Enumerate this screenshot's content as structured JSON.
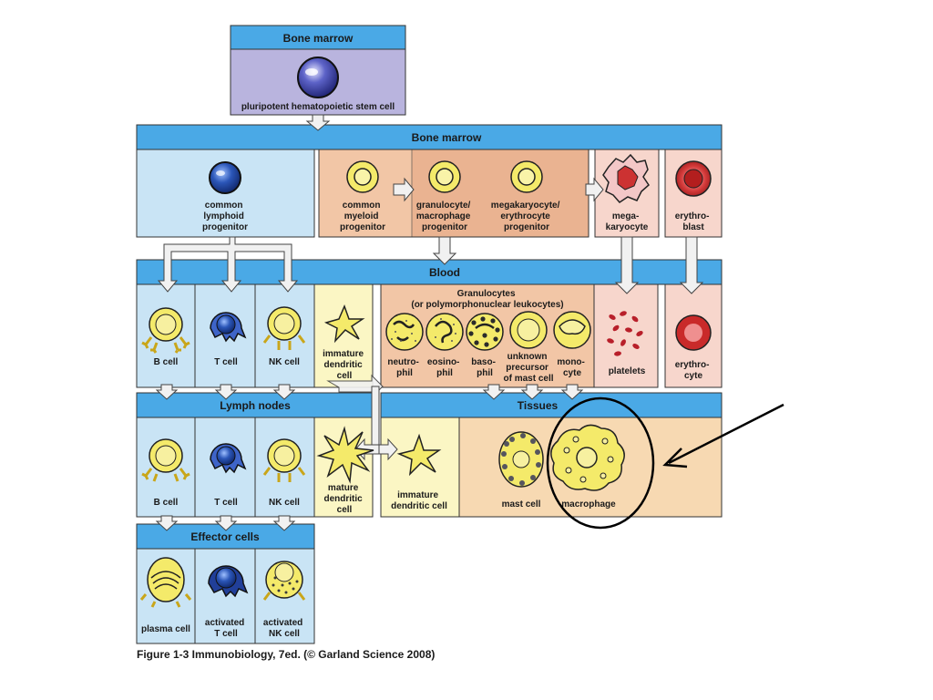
{
  "colors": {
    "bar_blue": "#4aa9e6",
    "panel_blue": "#c9e4f5",
    "panel_lavender": "#b9b4de",
    "panel_peach": "#f2c6a6",
    "panel_peach_dark": "#e5a580",
    "panel_pink": "#f7d6cc",
    "panel_yellow": "#fbf6c4",
    "panel_tissue": "#f7d9b2",
    "cell_yellow": "#f4ea6a",
    "cell_blue": "#2750a8",
    "cell_red": "#c02a2a"
  },
  "headers": {
    "bone_marrow_top": "Bone marrow",
    "bone_marrow": "Bone marrow",
    "blood": "Blood",
    "lymph_nodes": "Lymph nodes",
    "tissues": "Tissues",
    "effector_cells": "Effector cells"
  },
  "stem_cell": {
    "label": "pluripotent hematopoietic stem cell"
  },
  "progenitors": {
    "lymphoid": [
      "common",
      "lymphoid",
      "progenitor"
    ],
    "myeloid": [
      "common",
      "myeloid",
      "progenitor"
    ],
    "gm": [
      "granulocyte/",
      "macrophage",
      "progenitor"
    ],
    "mep": [
      "megakaryocyte/",
      "erythrocyte",
      "progenitor"
    ],
    "megakaryocyte": [
      "mega-",
      "karyocyte"
    ],
    "erythroblast": [
      "erythro-",
      "blast"
    ]
  },
  "granulocytes_header": [
    "Granulocytes",
    "(or polymorphonuclear leukocytes)"
  ],
  "blood_cells": {
    "b_cell": "B cell",
    "t_cell": "T cell",
    "nk_cell": "NK cell",
    "immature_dc": [
      "immature",
      "dendritic",
      "cell"
    ],
    "neutrophil": [
      "neutro-",
      "phil"
    ],
    "eosinophil": [
      "eosino-",
      "phil"
    ],
    "basophil": [
      "baso-",
      "phil"
    ],
    "unknown_precursor": [
      "unknown",
      "precursor",
      "of mast cell"
    ],
    "monocyte": [
      "mono-",
      "cyte"
    ],
    "platelets": "platelets",
    "erythrocyte": [
      "erythro-",
      "cyte"
    ]
  },
  "lymph_cells": {
    "b_cell": "B cell",
    "t_cell": "T cell",
    "nk_cell": "NK cell",
    "mature_dc": [
      "mature",
      "dendritic",
      "cell"
    ]
  },
  "tissue_cells": {
    "immature_dc": [
      "immature",
      "dendritic cell"
    ],
    "mast_cell": "mast cell",
    "macrophage": "macrophage"
  },
  "effector": {
    "plasma_cell": "plasma cell",
    "activated_t": [
      "activated",
      "T cell"
    ],
    "activated_nk": [
      "activated",
      "NK cell"
    ]
  },
  "caption": "Figure 1-3  Immunobiology, 7ed. (© Garland Science 2008)"
}
